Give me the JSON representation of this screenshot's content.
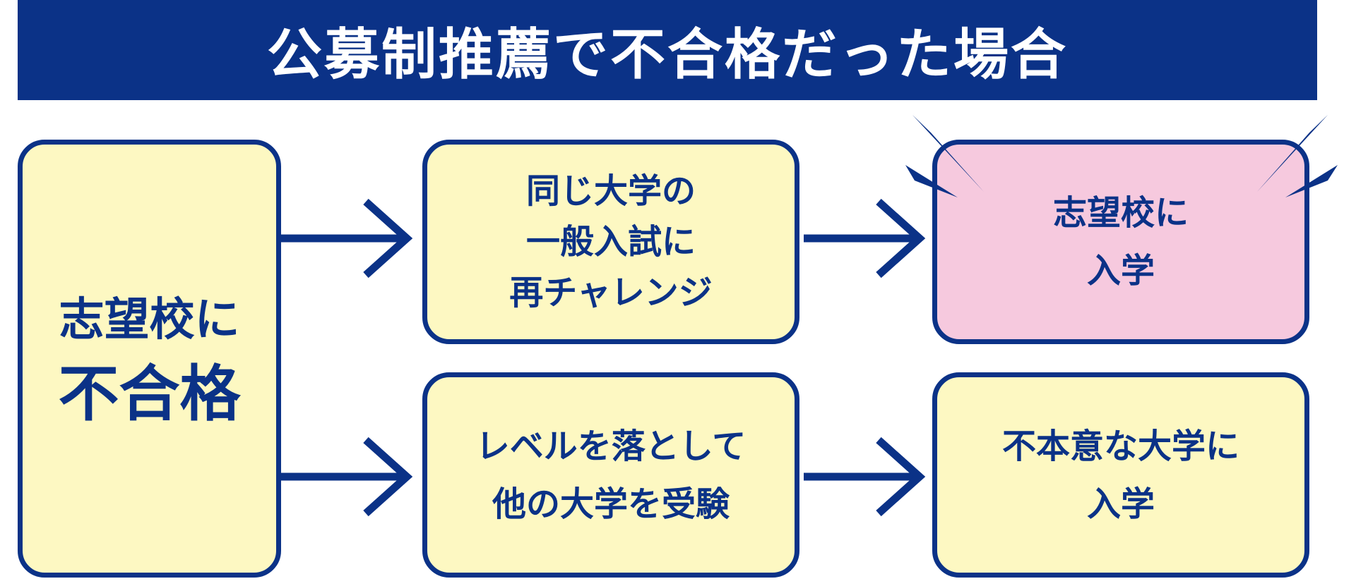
{
  "title": "公募制推薦で不合格だった場合",
  "colors": {
    "navy": "#0b3287",
    "cream": "#fdf8c2",
    "pink": "#f6c9de",
    "white": "#ffffff"
  },
  "start_box": {
    "line1": "志望校に",
    "line2": "不合格"
  },
  "top_path": {
    "middle": [
      "同じ大学の",
      "一般入試に",
      "再チャレンジ"
    ],
    "result": [
      "志望校に",
      "入学"
    ]
  },
  "bottom_path": {
    "middle": [
      "レベルを落として",
      "他の大学を受験"
    ],
    "result": [
      "不本意な大学に",
      "入学"
    ]
  },
  "icons": [
    "arrow-right-icon",
    "burst-lines-icon"
  ]
}
